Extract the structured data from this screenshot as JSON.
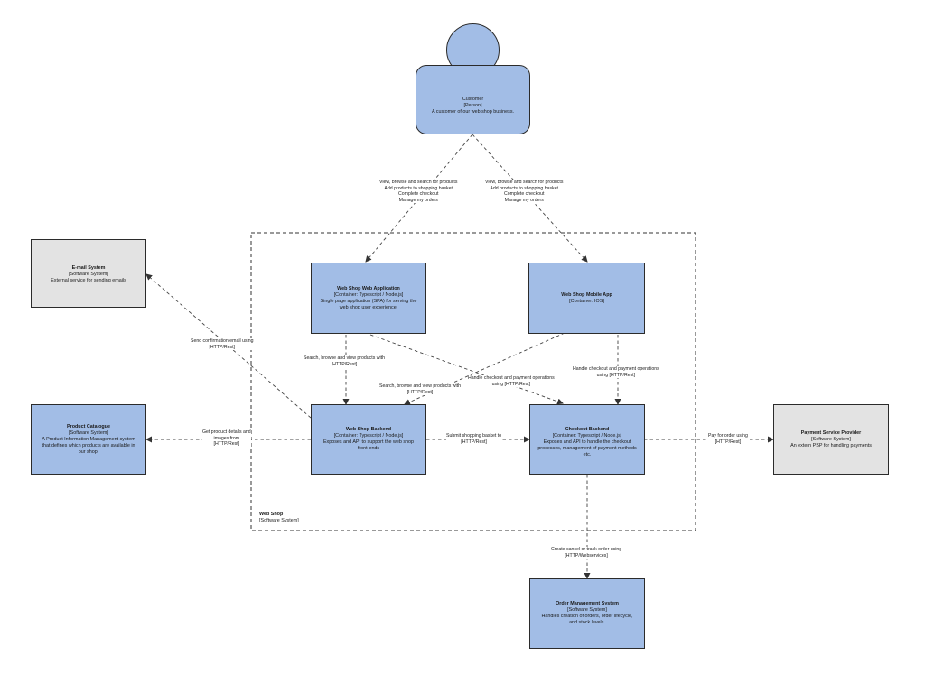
{
  "nodes": {
    "customer": {
      "title": "Customer",
      "kind": "[Person]",
      "description": "A customer of our web shop business."
    },
    "email": {
      "title": "E-mail System",
      "kind": "[Software System]",
      "description": "External service for sending emails"
    },
    "webapp": {
      "title": "Web Shop Web Application",
      "kind": "[Container: Typescript / Node.js]",
      "description": "Single page application (SPA) for serving the web shop user experience."
    },
    "mobile": {
      "title": "Web Shop Mobile App",
      "kind": "[Container: IOS]",
      "description": ""
    },
    "catalogue": {
      "title": "Product Catalogue",
      "kind": "[Software System]",
      "description": "A Product Information Management system that defines which products are available in our shop."
    },
    "backend": {
      "title": "Web Shop Backend",
      "kind": "[Container: Typescript / Node.js]",
      "description": "Exposes and API to support the web shop front-ends"
    },
    "checkout": {
      "title": "Checkout Backend",
      "kind": "[Container: Typescript / Node.js]",
      "description": "Exposes and API to handle the checkout processes, management of payment methods etc."
    },
    "psp": {
      "title": "Payment Service Provider",
      "kind": "[Software System]",
      "description": "An extern PSP for handling payments"
    },
    "oms": {
      "title": "Order Management System",
      "kind": "[Software System]",
      "description": "Handles creation of orders, order lifecycle, and stock levels."
    }
  },
  "boundary": {
    "title": "Web Shop",
    "kind": "[Software System]"
  },
  "edges": {
    "customer_webapp": [
      "View, browse and search for products",
      "Add products to shopping basket",
      "Complete checkout",
      "Manage my orders"
    ],
    "customer_mobile": [
      "View, browse and search for products",
      "Add products to shopping basket",
      "Complete checkout",
      "Manage my orders"
    ],
    "backend_email": [
      "Send confirmation email using",
      "[HTTP/Rest]"
    ],
    "webapp_backend": [
      "Search, browse and view products with",
      "[HTTP/Rest]"
    ],
    "mobile_backend": [
      "Search, browse and view products with",
      "[HTTP/Rest]"
    ],
    "webapp_checkout": [
      "Handle checkout and payment operations",
      "using [HTTP/Rest]"
    ],
    "mobile_checkout": [
      "Handle checkout and payment operations",
      "using [HTTP/Rest]"
    ],
    "backend_catalogue": [
      "Get product details and",
      "images from",
      "[HTTP/Rest]"
    ],
    "backend_checkout": [
      "Submit shopping basket to",
      "[HTTP/Rest]"
    ],
    "checkout_psp": [
      "Pay for order using",
      "[HTTP/Rest]"
    ],
    "checkout_oms": [
      "Create cancel or track order using",
      "[HTTP/Webservices]"
    ]
  }
}
